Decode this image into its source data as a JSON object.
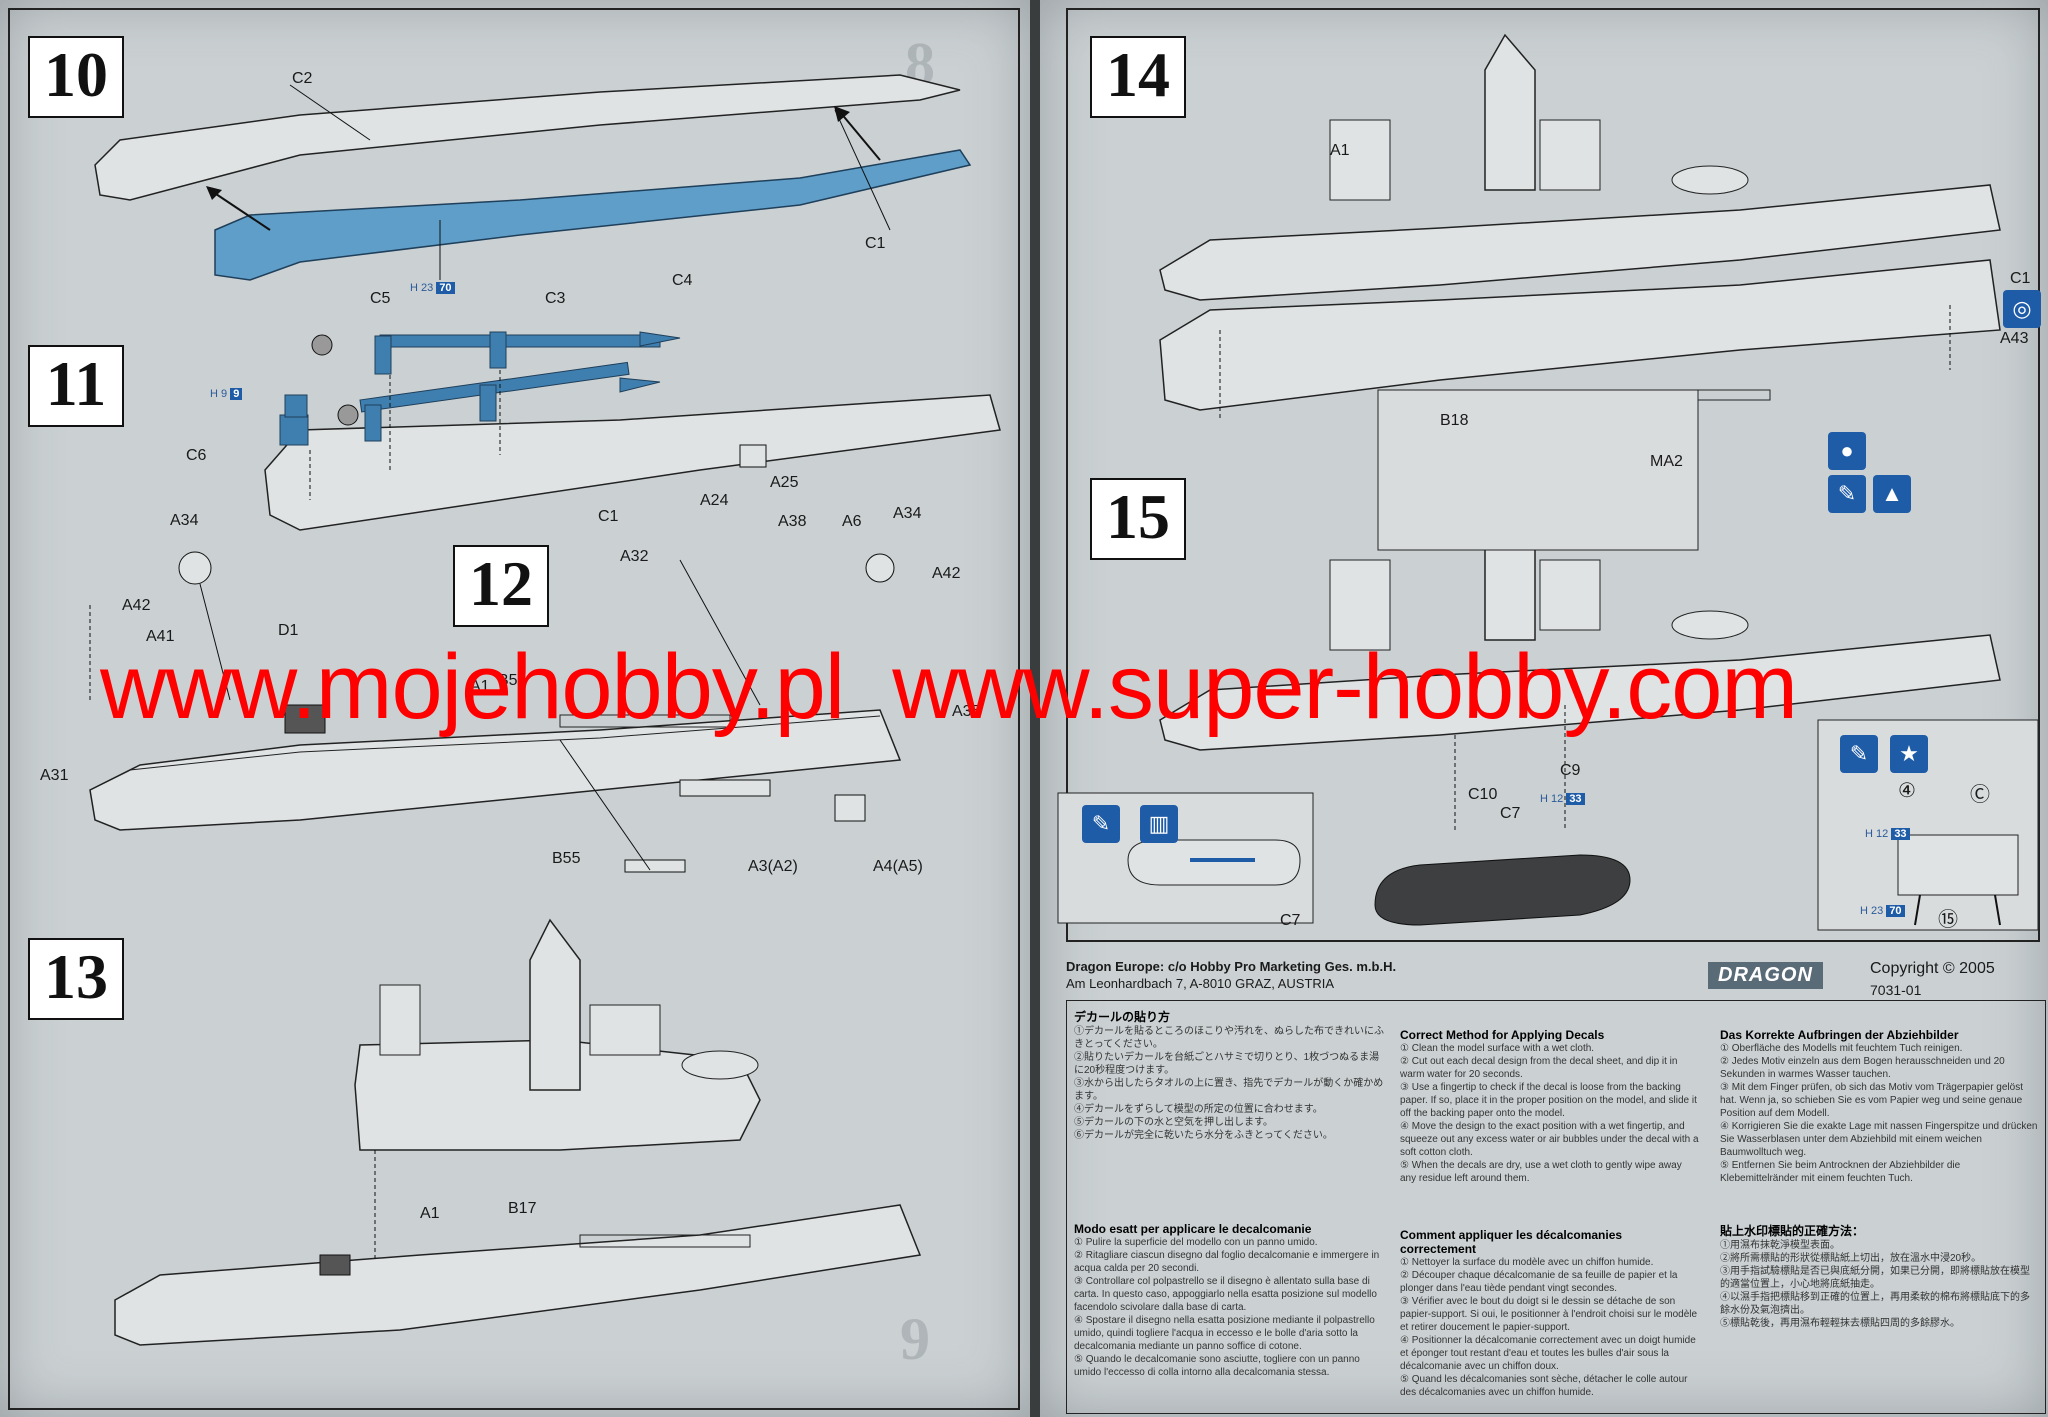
{
  "watermark": {
    "site_a": "www.mojehobby.pl",
    "site_b": "www.super-hobby.com"
  },
  "left_page": {
    "steps": [
      {
        "number": "10",
        "labels": [
          "C2",
          "C1"
        ],
        "paint_ref": {
          "prefix": "H 23",
          "code": "70"
        }
      },
      {
        "number": "11",
        "labels": [
          "C5",
          "C3",
          "C4",
          "C6",
          "C1"
        ],
        "paint_ref": {
          "prefix": "H 9",
          "code": "9"
        }
      },
      {
        "number": "12",
        "labels": [
          "A34",
          "A42",
          "A41",
          "D1",
          "A1",
          "B5",
          "A31",
          "B55",
          "A3(A2)",
          "A4(A5)",
          "A35",
          "A42",
          "A34",
          "A6",
          "A38",
          "A32",
          "A24",
          "A25"
        ]
      },
      {
        "number": "13",
        "labels": [
          "A1",
          "B17"
        ]
      }
    ]
  },
  "right_page": {
    "steps": [
      {
        "number": "14",
        "labels": [
          "A1",
          "C1",
          "A43"
        ]
      },
      {
        "number": "15",
        "labels": [
          "B18",
          "MA2",
          "C10",
          "C9",
          "C7",
          "C7"
        ],
        "paint_ref_a": {
          "prefix": "H 12",
          "code": "33"
        },
        "paint_ref_b": {
          "prefix": "H 12",
          "code": "33"
        },
        "paint_ref_c": {
          "prefix": "H 23",
          "code": "70"
        }
      }
    ],
    "circled": [
      "④",
      "Ⓒ",
      "⑮"
    ],
    "dragon_address": {
      "line1": "Dragon Europe: c/o Hobby Pro Marketing Ges. m.b.H.",
      "line2": "Am Leonhardbach 7, A-8010 GRAZ, AUSTRIA"
    },
    "logo": "DRAGON",
    "copyright": "Copyright © 2005",
    "kit_code": "7031-01",
    "decals": {
      "jp_title": "デカールの貼り方",
      "jp_lines": [
        "①デカールを貼るところのほこりや汚れを、ぬらした布できれいにふきとってください。",
        "②貼りたいデカールを台紙ごとハサミで切りとり、1枚づつぬるま湯に20秒程度つけます。",
        "③水から出したらタオルの上に置き、指先でデカールが動くか確かめます。",
        "④デカールをずらして模型の所定の位置に合わせます。",
        "⑤デカールの下の水と空気を押し出します。",
        "⑥デカールが完全に乾いたら水分をふきとってください。"
      ],
      "en_title": "Correct Method for Applying Decals",
      "en_lines": [
        "① Clean the model surface with a wet cloth.",
        "② Cut out each decal design from the decal sheet, and dip it in warm water for 20 seconds.",
        "③ Use a fingertip to check if the decal is loose from the backing paper. If so, place it in the proper position on the model, and slide it off the backing paper onto the model.",
        "④ Move the design to the exact position with a wet fingertip, and squeeze out any excess water or air bubbles under the decal with a soft cotton cloth.",
        "⑤ When the decals are dry, use a wet cloth to gently wipe away any residue left around them."
      ],
      "de_title": "Das Korrekte Aufbringen der Abziehbilder",
      "de_lines": [
        "① Oberfläche des Modells mit feuchtem Tuch reinigen.",
        "② Jedes Motiv einzeln aus dem Bogen herausschneiden und 20 Sekunden in warmes Wasser tauchen.",
        "③ Mit dem Finger prüfen, ob sich das Motiv vom Trägerpapier gelöst hat. Wenn ja, so schieben Sie es vom Papier weg und seine genaue Position auf dem Modell.",
        "④ Korrigieren Sie die exakte Lage mit nassen Fingerspitze und drücken Sie Wasserblasen unter dem Abziehbild mit einem weichen Baumwolltuch weg.",
        "⑤ Entfernen Sie beim Antrocknen der Abziehbilder die Klebemittelränder mit einem feuchten Tuch."
      ],
      "it_title": "Modo esatt per applicare le decalcomanie",
      "it_lines": [
        "① Pulire la superficie del modello con un panno umido.",
        "② Ritagliare ciascun disegno dal foglio decalcomanie e immergere in acqua calda per 20 secondi.",
        "③ Controllare col polpastrello se il disegno è allentato sulla base di carta. In questo caso, appoggiarlo nella esatta posizione sul modello facendolo scivolare dalla base di carta.",
        "④ Spostare il disegno nella esatta posizione mediante il polpastrello umido, quindi togliere l'acqua in eccesso e le bolle d'aria sotto la decalcomania mediante un panno soffice di cotone.",
        "⑤ Quando le decalcomanie sono asciutte, togliere con un panno umido l'eccesso di colla intorno alla decalcomania stessa."
      ],
      "fr_title": "Comment appliquer les décalcomanies correctement",
      "fr_lines": [
        "① Nettoyer la surface du modèle avec un chiffon humide.",
        "② Découper chaque décalcomanie de sa feuille de papier et la plonger dans l'eau tiède pendant vingt secondes.",
        "③ Vérifier avec le bout du doigt si le dessin se détache de son papier-support. Si oui, le positionner à l'endroit choisi sur le modèle et retirer doucement le papier-support.",
        "④ Positionner la décalcomanie correctement avec un doigt humide et éponger tout restant d'eau et toutes les bulles d'air sous la décalcomanie avec un chiffon doux.",
        "⑤ Quand les décalcomanies sont sèche, détacher le colle autour des décalcomanies avec un chiffon humide."
      ],
      "zh_title": "貼上水印標貼的正確方法：",
      "zh_lines": [
        "①用濕布抹乾淨模型表面。",
        "②將所需標貼的形狀從標貼紙上切出，放在溫水中浸20秒。",
        "③用手指試驗標貼是否已與底紙分開，如果已分開，即將標貼放在模型的適當位置上，小心地將底紙抽走。",
        "④以濕手指把標貼移到正確的位置上，再用柔軟的棉布將標貼底下的多餘水份及氣泡擠出。",
        "⑤標貼乾後，再用濕布輕輕抹去標貼四周的多餘膠水。"
      ]
    }
  }
}
